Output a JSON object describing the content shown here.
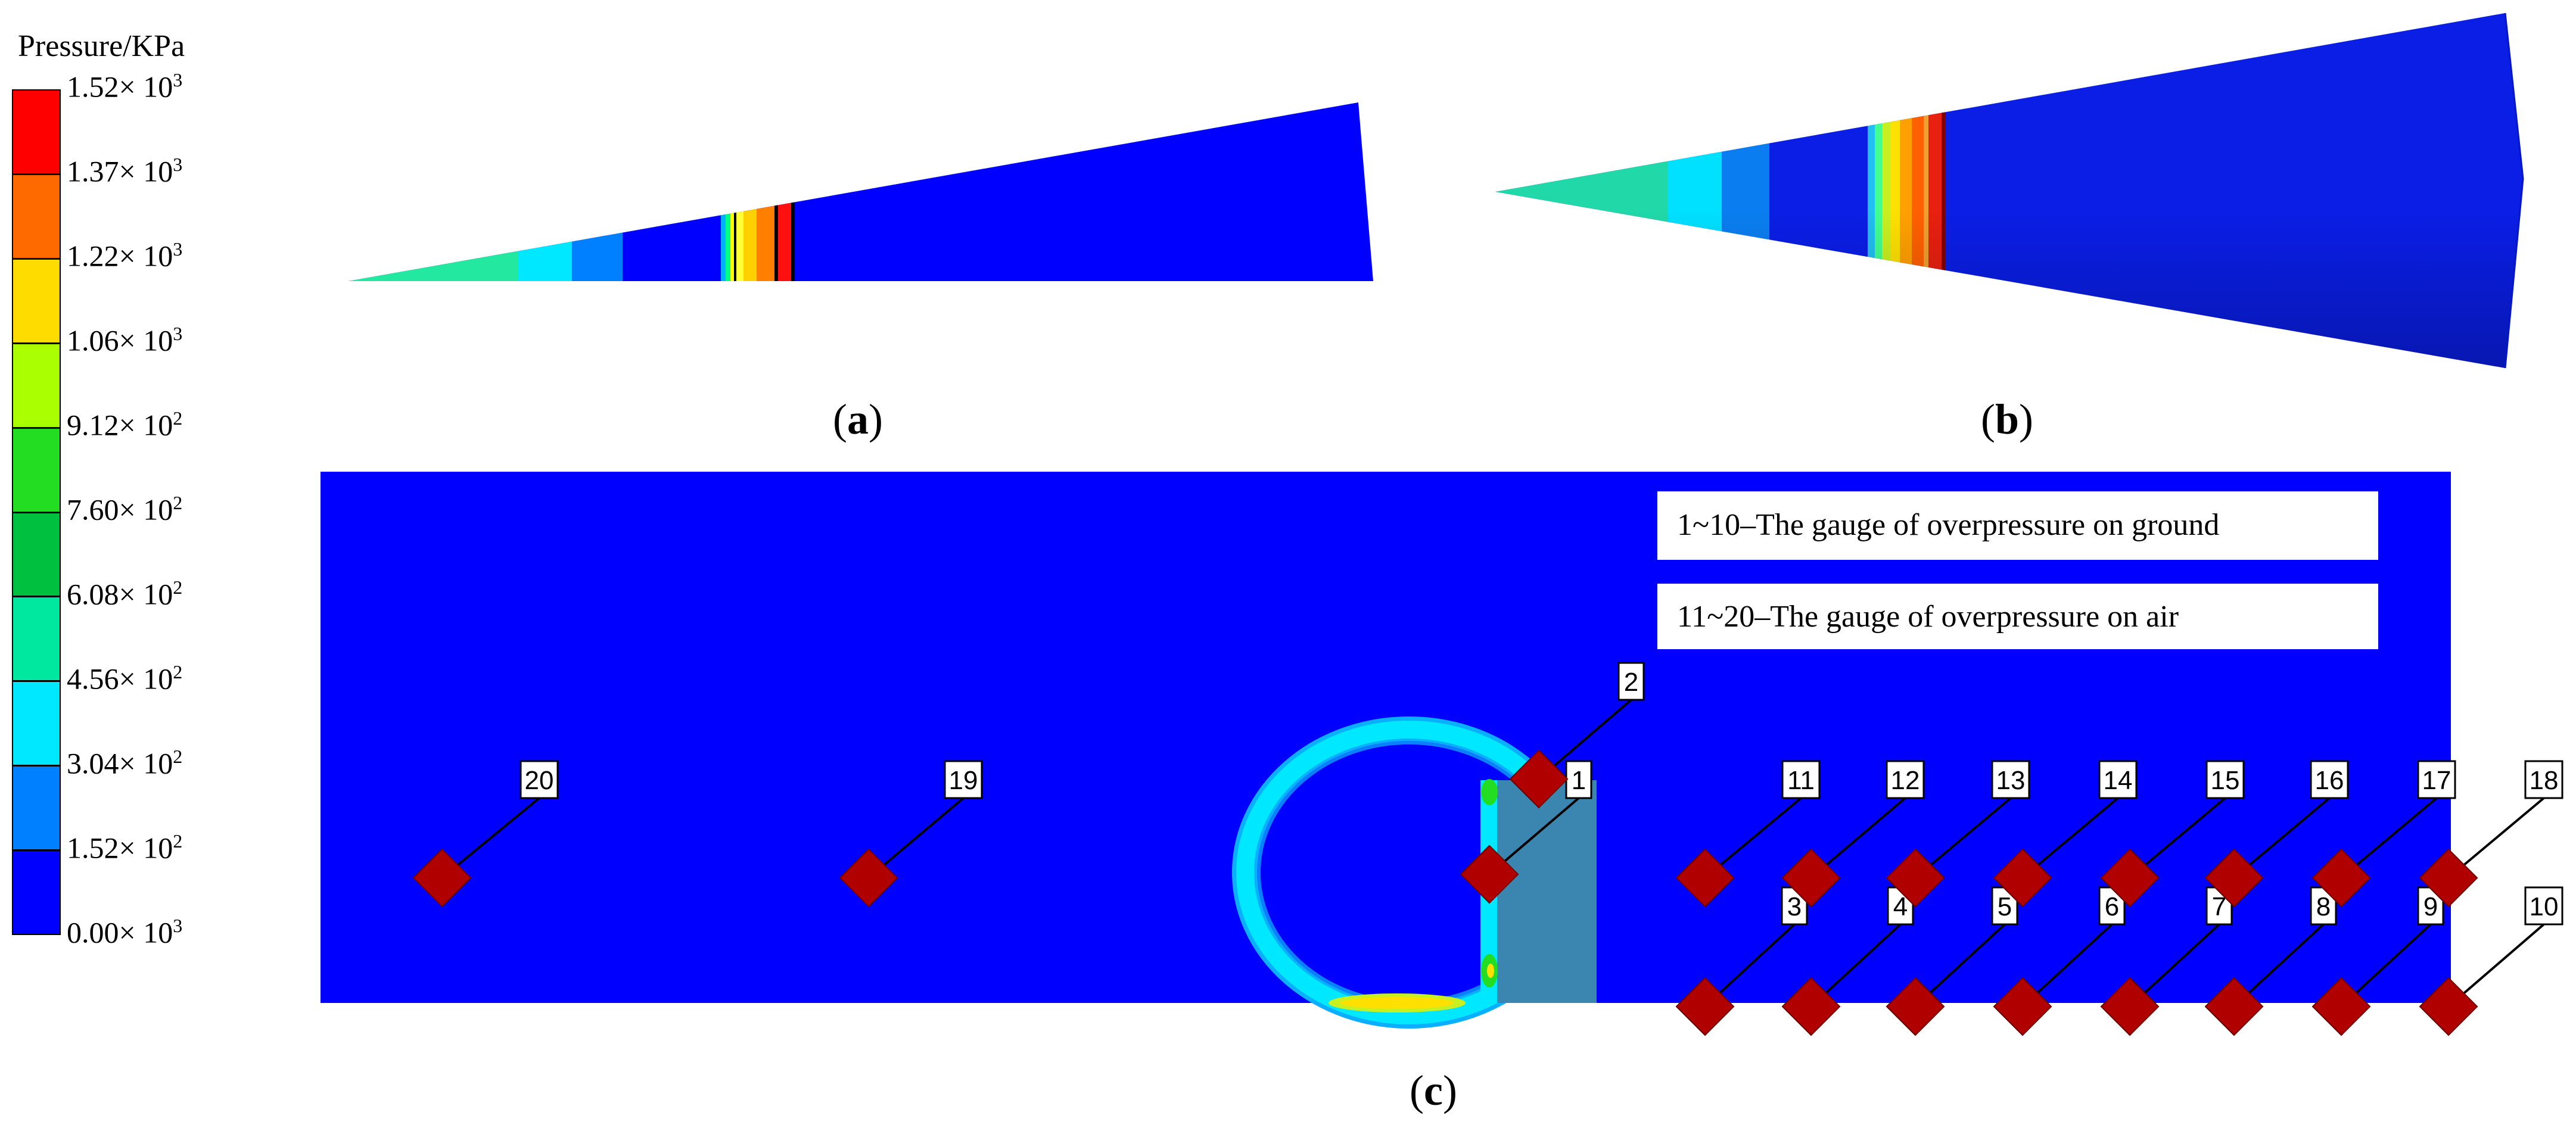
{
  "legend": {
    "title": "Pressure/KPa",
    "ticks": [
      {
        "base": "1.52× 10",
        "exp": "3"
      },
      {
        "base": "1.37× 10",
        "exp": "3"
      },
      {
        "base": "1.22× 10",
        "exp": "3"
      },
      {
        "base": "1.06× 10",
        "exp": "3"
      },
      {
        "base": "9.12× 10",
        "exp": "2"
      },
      {
        "base": "7.60× 10",
        "exp": "2"
      },
      {
        "base": "6.08× 10",
        "exp": "2"
      },
      {
        "base": "4.56× 10",
        "exp": "2"
      },
      {
        "base": "3.04× 10",
        "exp": "2"
      },
      {
        "base": "1.52× 10",
        "exp": "2"
      },
      {
        "base": "0.00× 10",
        "exp": "3"
      }
    ],
    "colors": [
      "#ff0000",
      "#ff6a00",
      "#ffdc00",
      "#aaff00",
      "#22dd22",
      "#00c040",
      "#00e8a0",
      "#00e8ff",
      "#0080ff",
      "#0000ff"
    ]
  },
  "panels": {
    "a": {
      "open": "(",
      "letter": "a",
      "close": ")"
    },
    "b": {
      "open": "(",
      "letter": "b",
      "close": ")"
    },
    "c": {
      "open": "(",
      "letter": "c",
      "close": ")"
    }
  },
  "notes": {
    "ground": "1~10–The gauge of  overpressure on ground",
    "air": "11~20–The gauge of overpressure on air"
  },
  "gauges": [
    "1",
    "2",
    "3",
    "4",
    "5",
    "6",
    "7",
    "8",
    "9",
    "10",
    "11",
    "12",
    "13",
    "14",
    "15",
    "16",
    "17",
    "18",
    "19",
    "20"
  ]
}
